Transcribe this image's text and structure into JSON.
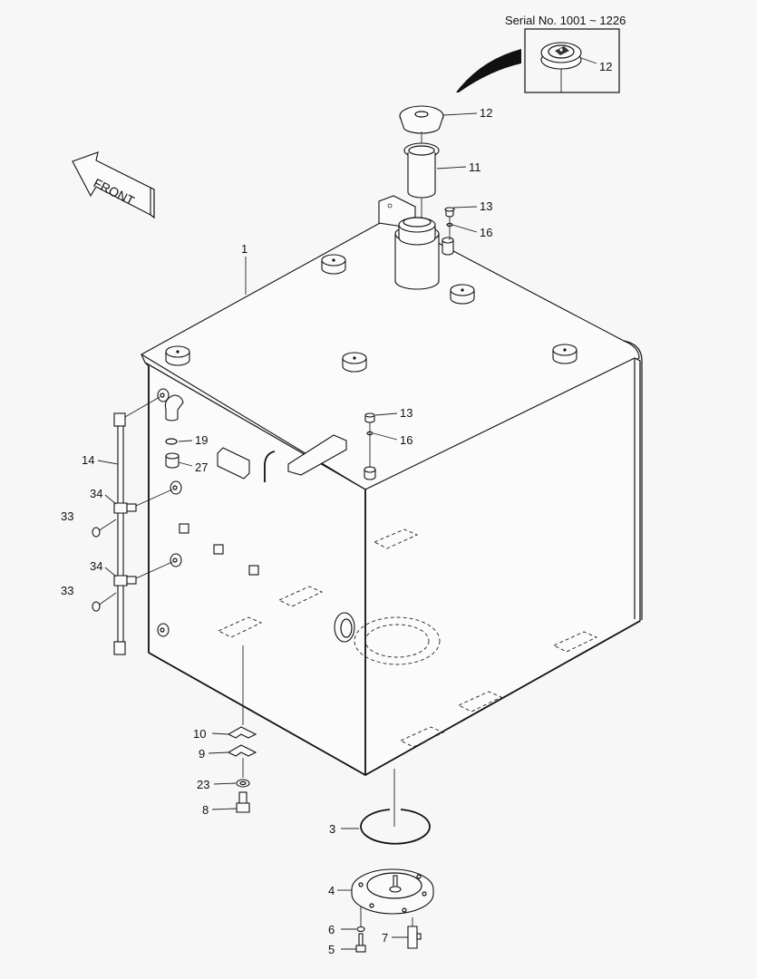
{
  "diagram": {
    "type": "exploded-parts-view",
    "subject": "hydraulic tank assembly",
    "inset": {
      "title": "Serial No. 1001 ~ 1226",
      "part_label": "12"
    },
    "direction_arrow": {
      "label": "FRONT"
    },
    "background_color": "#f7f7f7",
    "line_color": "#111111",
    "callouts": [
      {
        "id": "c1",
        "label": "1"
      },
      {
        "id": "c12",
        "label": "12"
      },
      {
        "id": "c11",
        "label": "11"
      },
      {
        "id": "c13a",
        "label": "13"
      },
      {
        "id": "c16a",
        "label": "16"
      },
      {
        "id": "c13b",
        "label": "13"
      },
      {
        "id": "c16b",
        "label": "16"
      },
      {
        "id": "c19",
        "label": "19"
      },
      {
        "id": "c27",
        "label": "27"
      },
      {
        "id": "c14",
        "label": "14"
      },
      {
        "id": "c34a",
        "label": "34"
      },
      {
        "id": "c33a",
        "label": "33"
      },
      {
        "id": "c34b",
        "label": "34"
      },
      {
        "id": "c33b",
        "label": "33"
      },
      {
        "id": "c10",
        "label": "10"
      },
      {
        "id": "c9",
        "label": "9"
      },
      {
        "id": "c23",
        "label": "23"
      },
      {
        "id": "c8",
        "label": "8"
      },
      {
        "id": "c3",
        "label": "3"
      },
      {
        "id": "c4",
        "label": "4"
      },
      {
        "id": "c6",
        "label": "6"
      },
      {
        "id": "c7",
        "label": "7"
      },
      {
        "id": "c5",
        "label": "5"
      }
    ]
  }
}
